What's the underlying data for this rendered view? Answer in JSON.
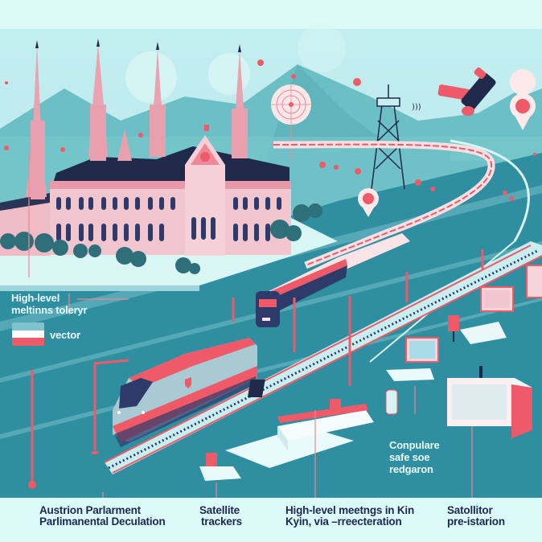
{
  "scene": {
    "description": "Isometric illustration: Austrian Parliament building, trains on railway, satellite, watchtower, map pins, office desks",
    "colors": {
      "sky_top": "#dcfaf8",
      "sky": "#c2eef0",
      "mountain": "#6cbfc4",
      "ground_teal": "#2f8ea0",
      "building_pink": "#f2c6cf",
      "roof_navy": "#1f2a4a",
      "accent_red": "#ee5a68",
      "shrub": "#2f6f7a",
      "caption_text": "#1c2752"
    }
  },
  "labels": {
    "top_left": {
      "line1": "High-level",
      "line2": "meltinns toleryr"
    },
    "flag_legend": {
      "label": "vector",
      "flag_colors": [
        "#7fc3cf",
        "#ffffff",
        "#ee5a68"
      ]
    },
    "consulate": {
      "line1": "Conpulare",
      "line2": "safe soe",
      "line3": "redgaron"
    }
  },
  "captions": [
    {
      "line1": "Austrion Parlarment",
      "line2": "Parlimanental Deculation"
    },
    {
      "line1": "Satellite",
      "line2": "trackers"
    },
    {
      "line1": "High-level meetngs in  Kin",
      "line2": "Kyin, via –rreecteration"
    },
    {
      "line1": "Satollitor",
      "line2": "pre-istarion"
    }
  ],
  "icons": [
    "map-pin-icon",
    "satellite-icon",
    "radar-target-icon",
    "watchtower-icon",
    "signal-waves-icon",
    "train-icon",
    "flag-icon",
    "monitor-icon",
    "office-chair-icon",
    "desk-icon",
    "keyboard-icon",
    "lamp-post-icon"
  ]
}
